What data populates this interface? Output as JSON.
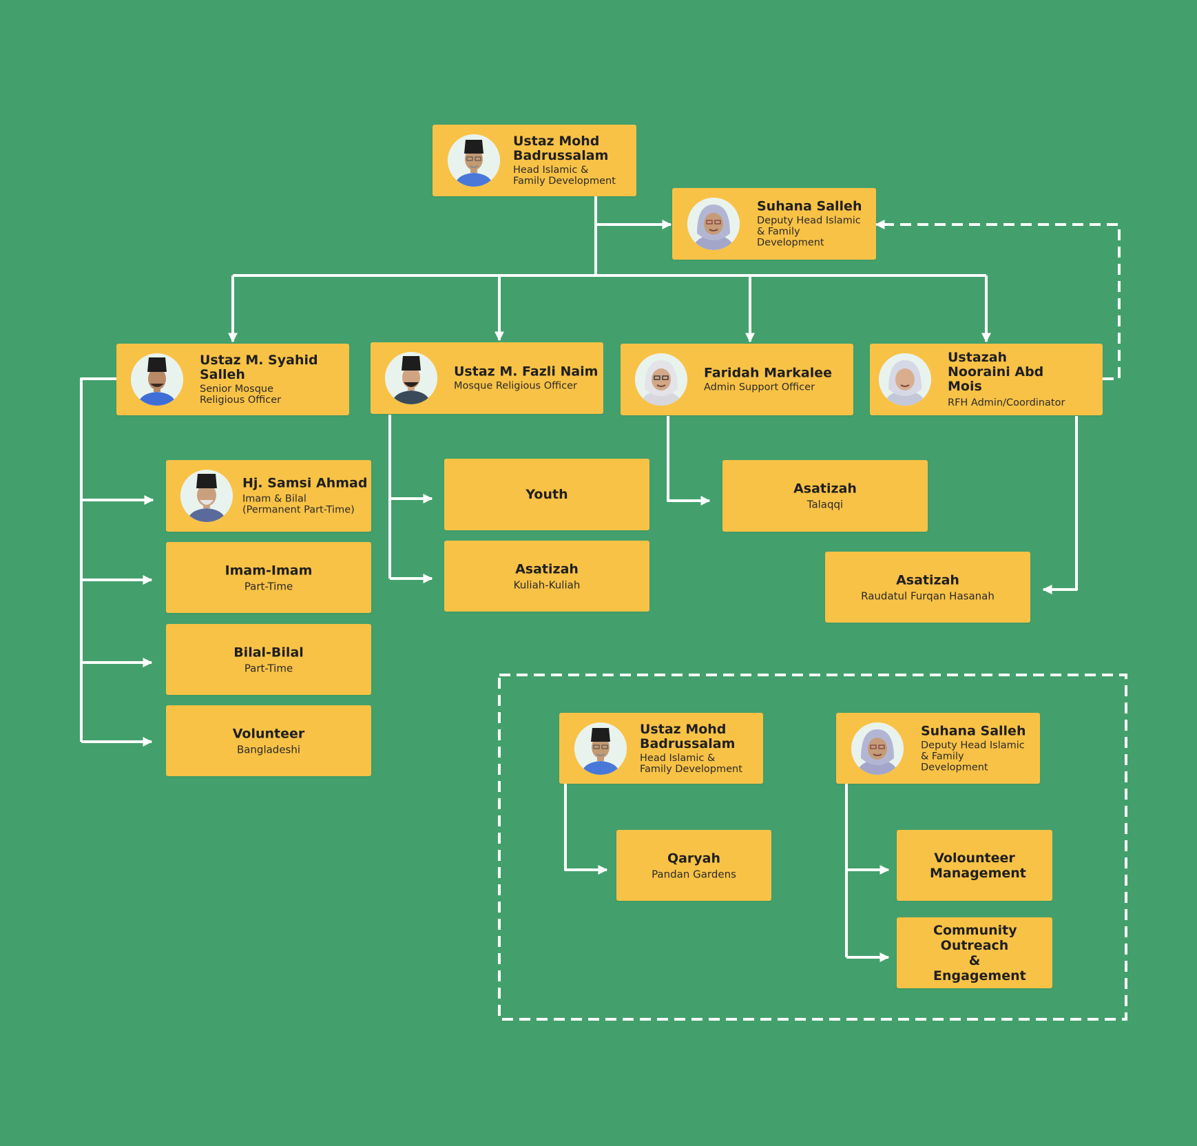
{
  "colors": {
    "background": "#43a06c",
    "card": "#f8c246",
    "connector": "#ffffff"
  },
  "top": {
    "head": {
      "name": "Ustaz Mohd Badrussalam",
      "role": "Head Islamic & Family Development"
    },
    "deputy": {
      "name": "Suhana Salleh",
      "role": "Deputy Head Islamic & Family Development"
    }
  },
  "officers": [
    {
      "name": "Ustaz M. Syahid Salleh",
      "role": "Senior Mosque Religious Officer"
    },
    {
      "name": "Ustaz M. Fazli Naim",
      "role": "Mosque Religious Officer"
    },
    {
      "name": "Faridah Markalee",
      "role": "Admin Support Officer"
    },
    {
      "name": "Ustazah Nooraini Abd Mois",
      "role": "RFH Admin/Coordinator"
    }
  ],
  "syahid_reports": [
    {
      "name": "Hj. Samsi Ahmad",
      "role": "Imam & Bilal (Permanent Part-Time)"
    },
    {
      "name": "Imam-Imam",
      "sub": "Part-Time"
    },
    {
      "name": "Bilal-Bilal",
      "sub": "Part-Time"
    },
    {
      "name": "Volunteer",
      "sub": "Bangladeshi"
    }
  ],
  "fazli_reports": [
    {
      "name": "Youth",
      "sub": ""
    },
    {
      "name": "Asatizah",
      "sub": "Kuliah-Kuliah"
    }
  ],
  "faridah_reports": [
    {
      "name": "Asatizah",
      "sub": "Talaqqi"
    }
  ],
  "nooraini_reports": [
    {
      "name": "Asatizah",
      "sub": "Raudatul Furqan Hasanah"
    }
  ],
  "community_box": {
    "head": {
      "name": "Ustaz Mohd Badrussalam",
      "role": "Head Islamic & Family Development"
    },
    "deputy": {
      "name": "Suhana Salleh",
      "role": "Deputy Head Islamic & Family Development"
    },
    "head_reports": [
      {
        "name": "Qaryah",
        "sub": "Pandan Gardens"
      }
    ],
    "deputy_reports": [
      {
        "name": "Volounteer Management",
        "sub": ""
      },
      {
        "name": "Community Outreach & Engagement",
        "sub": ""
      }
    ]
  },
  "avatars": {
    "head": "man-songkok-glasses-avatar",
    "deputy": "woman-hijab-glasses-avatar",
    "syahid": "young-man-songkok-avatar",
    "fazli": "man-songkok-beard-avatar",
    "faridah": "woman-hijab-glasses-avatar",
    "nooraini": "woman-hijab-avatar",
    "samsi": "elderly-man-songkok-avatar"
  }
}
